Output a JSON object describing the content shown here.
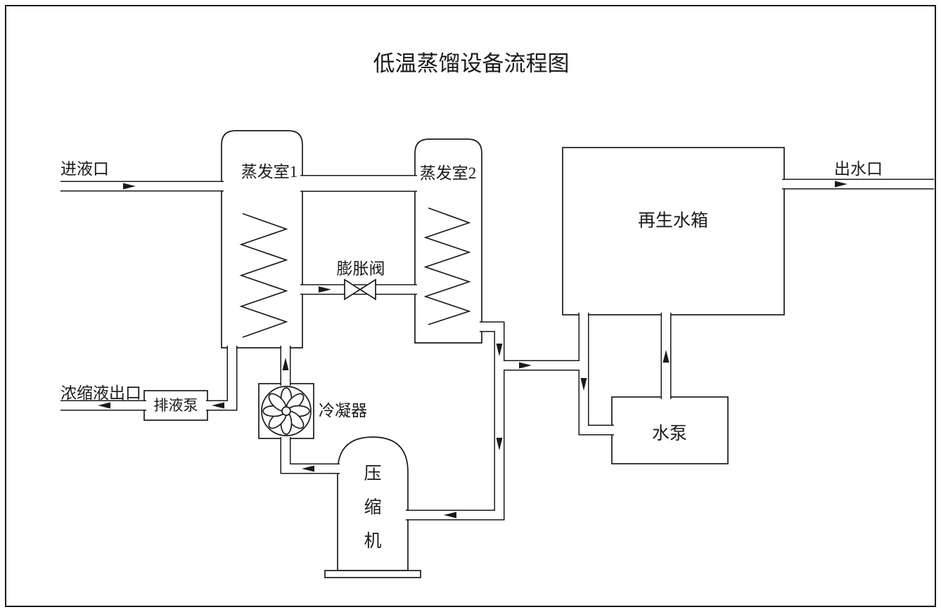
{
  "diagram": {
    "title": "低温蒸馏设备流程图",
    "labels": {
      "inlet": "进液口",
      "outlet": "出水口",
      "evaporator1": "蒸发室1",
      "evaporator2": "蒸发室2",
      "expansion_valve": "膨胀阀",
      "regen_tank": "再生水箱",
      "concentrate_outlet": "浓缩液出口",
      "drain_pump": "排液泵",
      "condenser": "冷凝器",
      "compressor_chars": [
        "压",
        "缩",
        "机"
      ],
      "water_pump": "水泵"
    },
    "colors": {
      "line": "#1a1a1a",
      "background": "#ffffff"
    }
  }
}
